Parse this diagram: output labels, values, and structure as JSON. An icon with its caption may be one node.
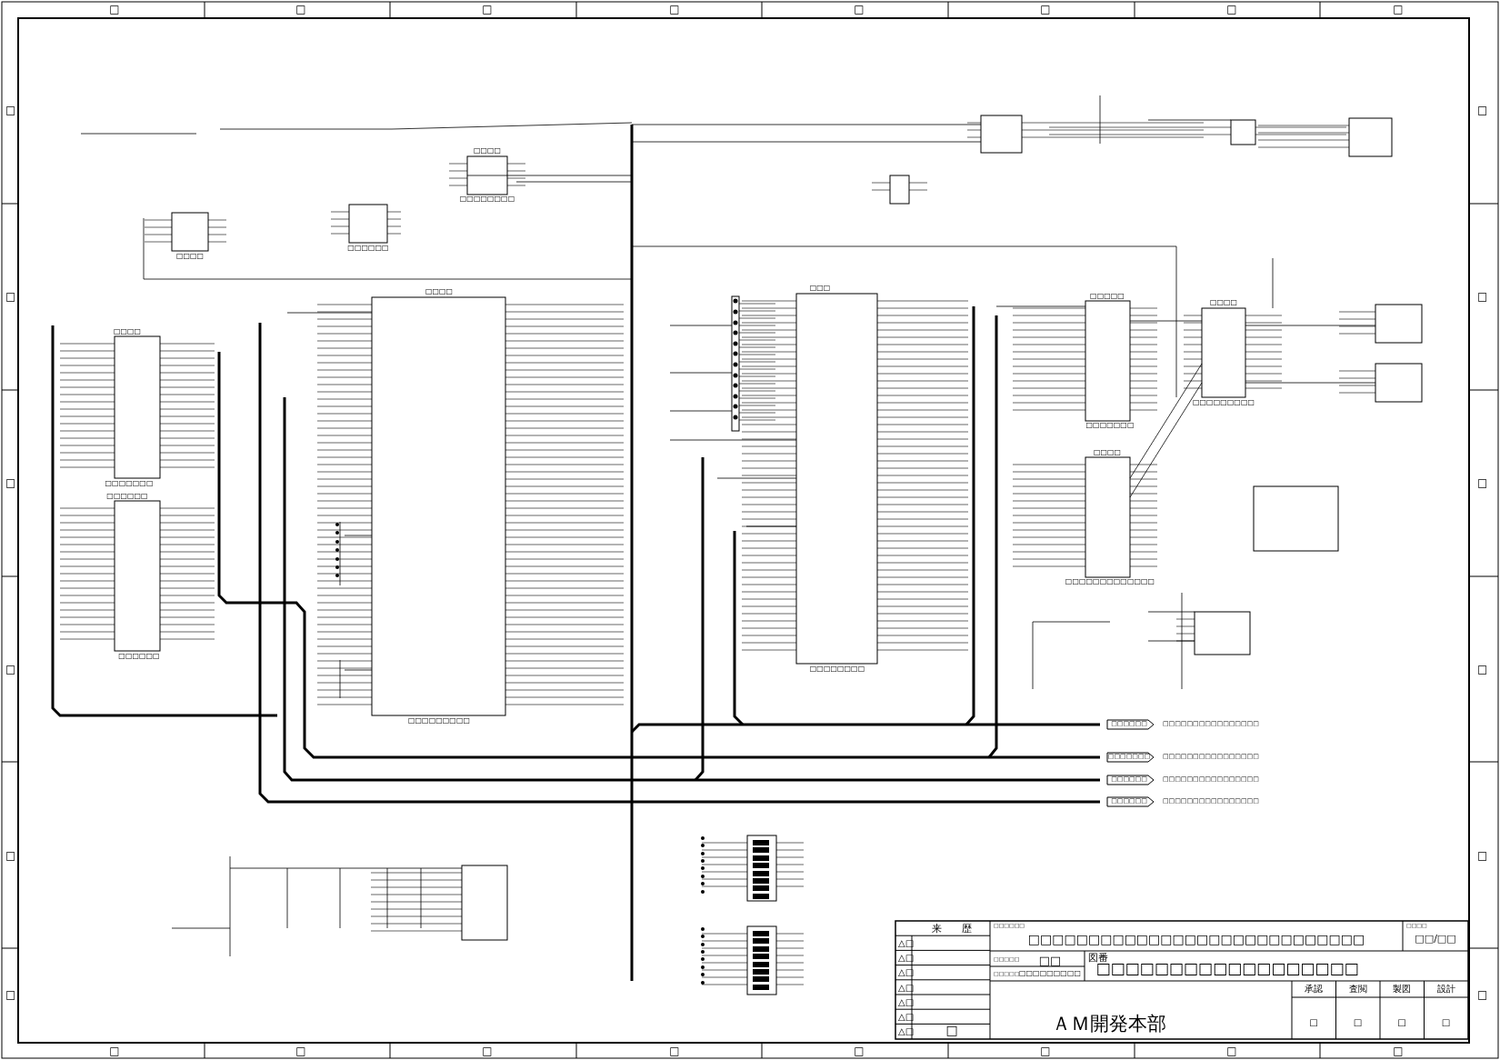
{
  "diagram": {
    "labels": [
      "□",
      "□",
      "□",
      "□",
      "□",
      "□",
      "□",
      "□",
      "□",
      "□",
      "□",
      "□",
      "□",
      "□",
      "□",
      "□",
      "□",
      "□",
      "□",
      "□",
      "□",
      "□",
      "□",
      "□",
      "□",
      "□",
      "□",
      "□",
      "来　　歴",
      "□□□□□□",
      "□□□□□□□□□□□□□□□□□□□□□□□□□□□□",
      "□□□□",
      "□□/□□",
      "□□□□□",
      "□□",
      "図番",
      "□□□□□□□□□□□□□□□□□□",
      "□□□□□",
      "□□□□□□□□□",
      "ＡＭ開発本部",
      "承認",
      "査閲",
      "製図",
      "設計",
      "□",
      "□",
      "□",
      "□",
      "□",
      "△□",
      "△□",
      "△□",
      "△□",
      "△□",
      "△□",
      "△□",
      "□□□□",
      "□□□□□□□□□",
      "□□□",
      "□□□□□□□□",
      "□□□□",
      "□□□□□□□",
      "□□□□□",
      "□□□□□□□",
      "□□□□",
      "□□□□□□□□□□□□□",
      "□□□□",
      "□□□□□□□□□",
      "□□□□",
      "□□□□□□□□",
      "□□□□",
      "□□□□□□",
      "□□□□□□",
      "□□□□□□",
      "□□□□□□",
      "□□□□□□□□□□□□□□□□",
      "□□□□□□□",
      "□□□□□□□□□□□□□□□□",
      "□□□□□□",
      "□□□□□□□□□□□□□□□□",
      "□□□□□□",
      "□□□□□□□□□□□□□□□□"
    ]
  }
}
